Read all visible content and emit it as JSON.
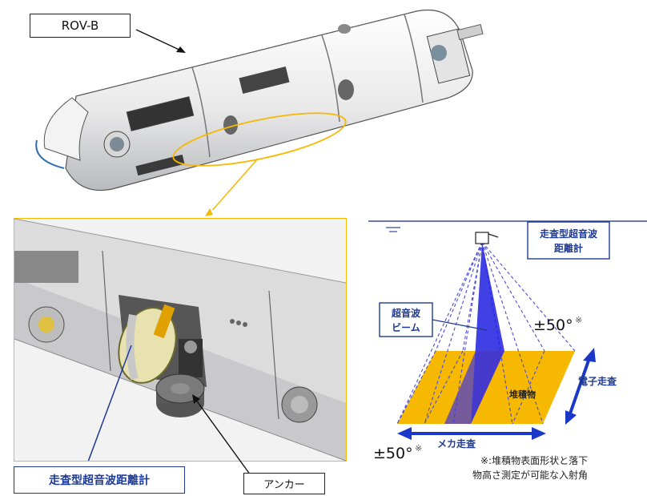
{
  "labels": {
    "rov_name": "ROV-B",
    "scanning_sonar": "走査型超音波距離計",
    "anchor": "アンカー"
  },
  "diagram": {
    "sonar_device": "走査型超音波\n距離計",
    "ultrasonic_beam": "超音波\nビーム",
    "angle_right": "±50°",
    "angle_left": "±50°",
    "note_mark": "※",
    "electronic_scan": "電子走査",
    "mechanical_scan": "メカ走査",
    "sediment": "堆積物",
    "footnote_line1": "※:堆積物表面形状と落下",
    "footnote_line2": "物高さ測定が可能な入射角"
  },
  "colors": {
    "accent_orange": "#f6b800",
    "beam_blue": "#1f1fe0",
    "arrow_blue": "#1a37c8",
    "label_blue": "#1f3a93"
  }
}
